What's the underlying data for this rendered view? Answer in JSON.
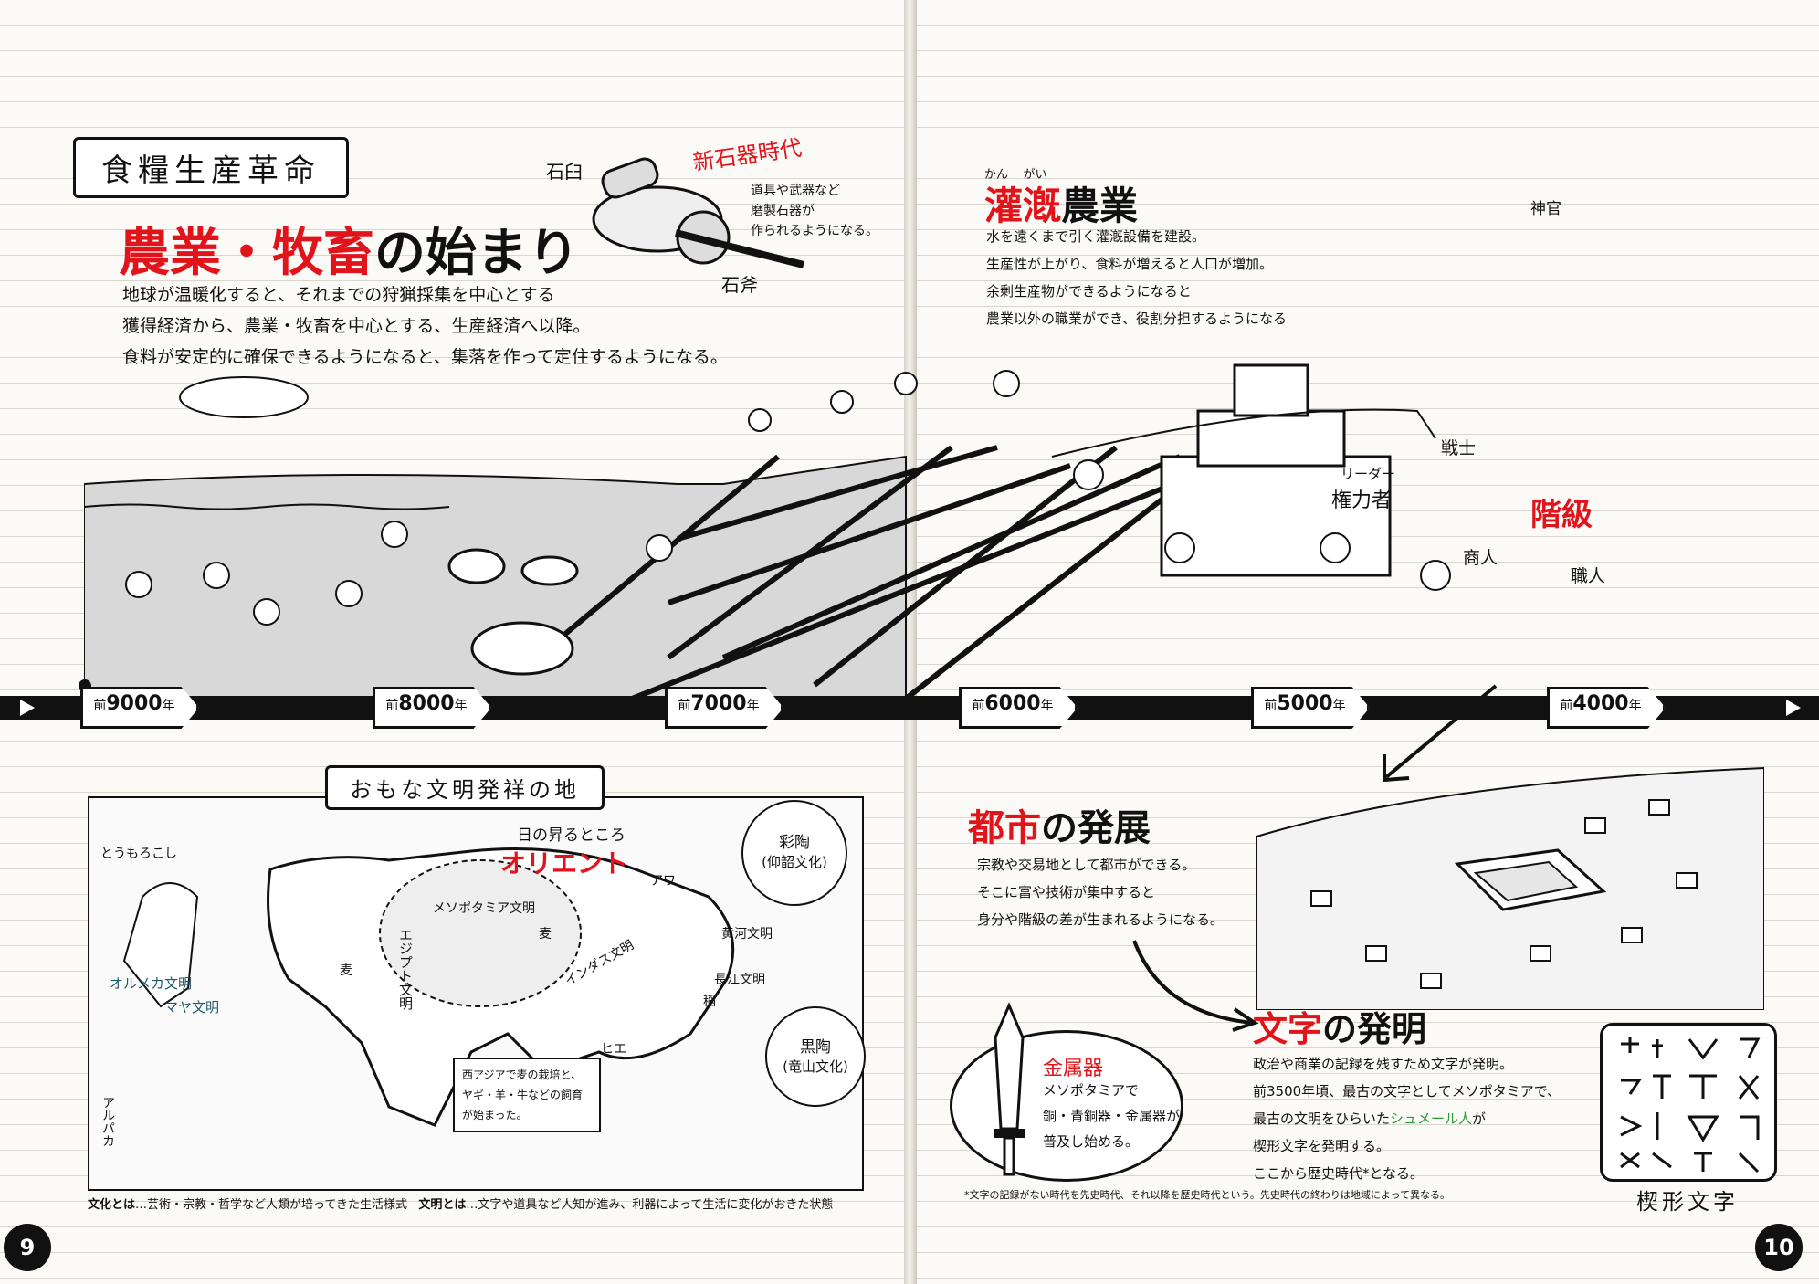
{
  "left": {
    "banner": "食糧生産革命",
    "title_red": "農業・牧畜",
    "title_rest": "の始まり",
    "intro": [
      "地球が温暖化すると、それまでの狩猟採集を中心とする",
      "獲得経済から、農業・牧畜を中心とする、生産経済へ以降。",
      "食料が安定的に確保できるようになると、集落を作って定住するようになる。"
    ],
    "stone_mortar": "石臼",
    "stone_axe": "石斧",
    "neolithic_tag": "新石器時代",
    "neolithic_desc": [
      "道具や武器など",
      "磨製石器が",
      "作られるようになる。"
    ],
    "map_banner": "おもな文明発祥の地",
    "map_labels": {
      "corn": "とうもろこし",
      "olmec": "オルメカ文明",
      "maya": "マヤ文明",
      "alpaca": "アルパカ",
      "rising_sun": "日の昇るところ",
      "orient": "オリエント",
      "mesopotamia": "メソポタミア文明",
      "egypt": "エジプト文明",
      "wheat1": "麦",
      "wheat2": "麦",
      "indus": "インダス文明",
      "millet": "アワ",
      "yellow_river": "黄河文明",
      "yangtze": "長江文明",
      "rice": "稲",
      "hie": "ヒエ",
      "painted_pottery": "彩陶",
      "painted_pottery_sub": "(仰韶文化)",
      "black_pottery": "黒陶",
      "black_pottery_sub": "(竜山文化)",
      "west_asia_note": [
        "西アジアで麦の栽培と、",
        "ヤギ・羊・牛などの飼育",
        "が始まった。"
      ]
    },
    "footnote_bold1": "文化とは",
    "footnote_1": "…芸術・宗教・哲学など人類が培ってきた生活様式",
    "footnote_bold2": "文明とは",
    "footnote_2": "…文字や道具など人知が進み、利器によって生活に変化がおきた状態",
    "page_number": "9"
  },
  "right": {
    "irrigation_ruby1": "かん",
    "irrigation_ruby2": "がい",
    "irrigation_red": "灌漑",
    "irrigation_rest": "農業",
    "irrigation_text": [
      "水を遠くまで引く灌漑設備を建設。",
      "生産性が上がり、食料が増えると人口が増加。",
      "余剰生産物ができるようになると",
      "農業以外の職業ができ、役割分担するようになる"
    ],
    "priest": "神官",
    "leader_small": "リーダー",
    "leader": "権力者",
    "warrior": "戦士",
    "class": "階級",
    "merchant": "商人",
    "craftsman": "職人",
    "city_red": "都市",
    "city_rest": "の発展",
    "city_text": [
      "宗教や交易地として都市ができる。",
      "そこに富や技術が集中すると",
      "身分や階級の差が生まれるようになる。"
    ],
    "metal_title": "金属器",
    "metal_text": [
      "メソポタミアで",
      "銅・青銅器・金属器が",
      "普及し始める。"
    ],
    "writing_red": "文字",
    "writing_rest": "の発明",
    "writing_text_1": "政治や商業の記録を残すため文字が発明。",
    "writing_text_2": "前3500年頃、最古の文字としてメソポタミアで、",
    "writing_text_3a": "最古の文明をひらいた",
    "writing_text_3b": "シュメール人",
    "writing_text_3c": "が",
    "writing_text_4": "楔形文字を発明する。",
    "writing_text_5": "ここから歴史時代*となる。",
    "cuneiform": "楔形文字",
    "footnote": "*文字の記録がない時代を先史時代、それ以降を歴史時代という。先史時代の終わりは地域によって異なる。",
    "page_number": "10"
  },
  "timeline": [
    {
      "prefix": "前",
      "year": "9000",
      "suffix": "年"
    },
    {
      "prefix": "前",
      "year": "8000",
      "suffix": "年"
    },
    {
      "prefix": "前",
      "year": "7000",
      "suffix": "年"
    },
    {
      "prefix": "前",
      "year": "6000",
      "suffix": "年"
    },
    {
      "prefix": "前",
      "year": "5000",
      "suffix": "年"
    },
    {
      "prefix": "前",
      "year": "4000",
      "suffix": "年"
    }
  ]
}
